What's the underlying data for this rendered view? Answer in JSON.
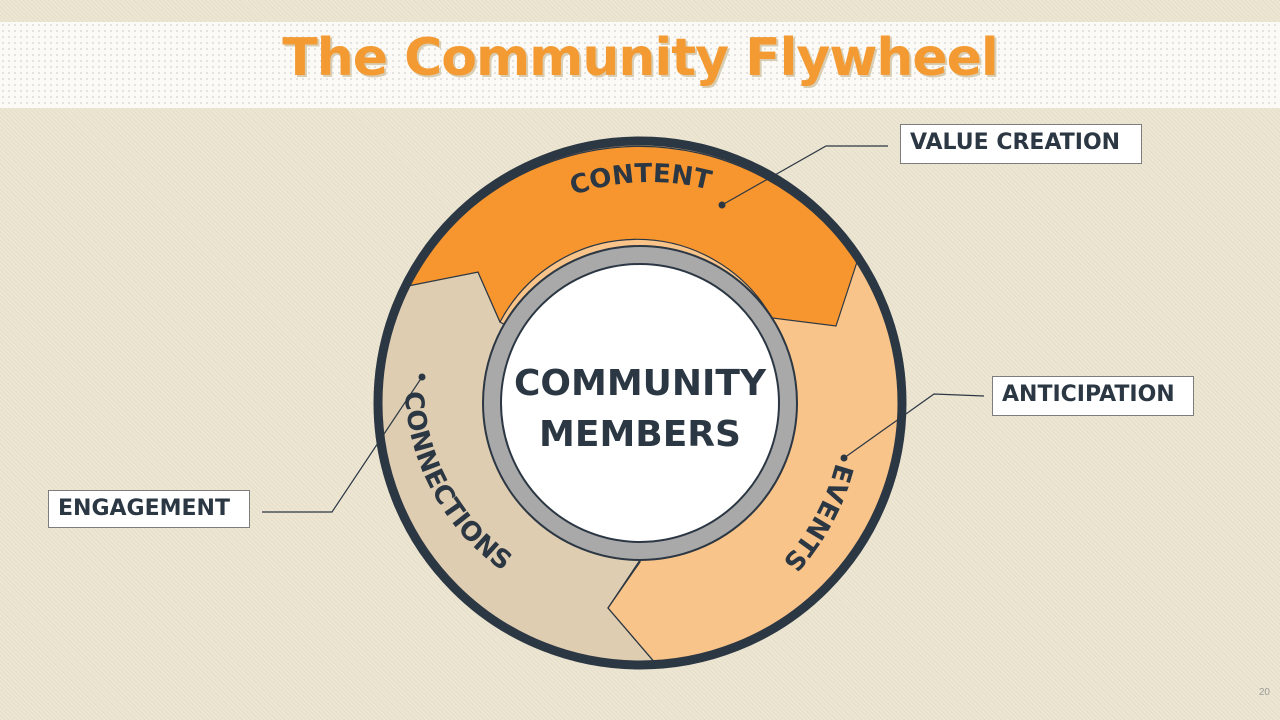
{
  "title": "The Community Flywheel",
  "center": {
    "line1": "COMMUNITY",
    "line2": "MEMBERS"
  },
  "segments": {
    "content": "CONTENT",
    "events": "EVENTS",
    "connections": "CONNECTIONS"
  },
  "callouts": {
    "value_creation": "VALUE CREATION",
    "anticipation": "ANTICIPATION",
    "engagement": "ENGAGEMENT"
  },
  "page_number": "20",
  "colors": {
    "title": "#f39a33",
    "content_segment": "#f7962e",
    "events_segment": "#f8c48a",
    "connections_segment": "#dfcdb1",
    "ring_outline": "#2c3744",
    "inner_ring": "#a9a9a9"
  }
}
